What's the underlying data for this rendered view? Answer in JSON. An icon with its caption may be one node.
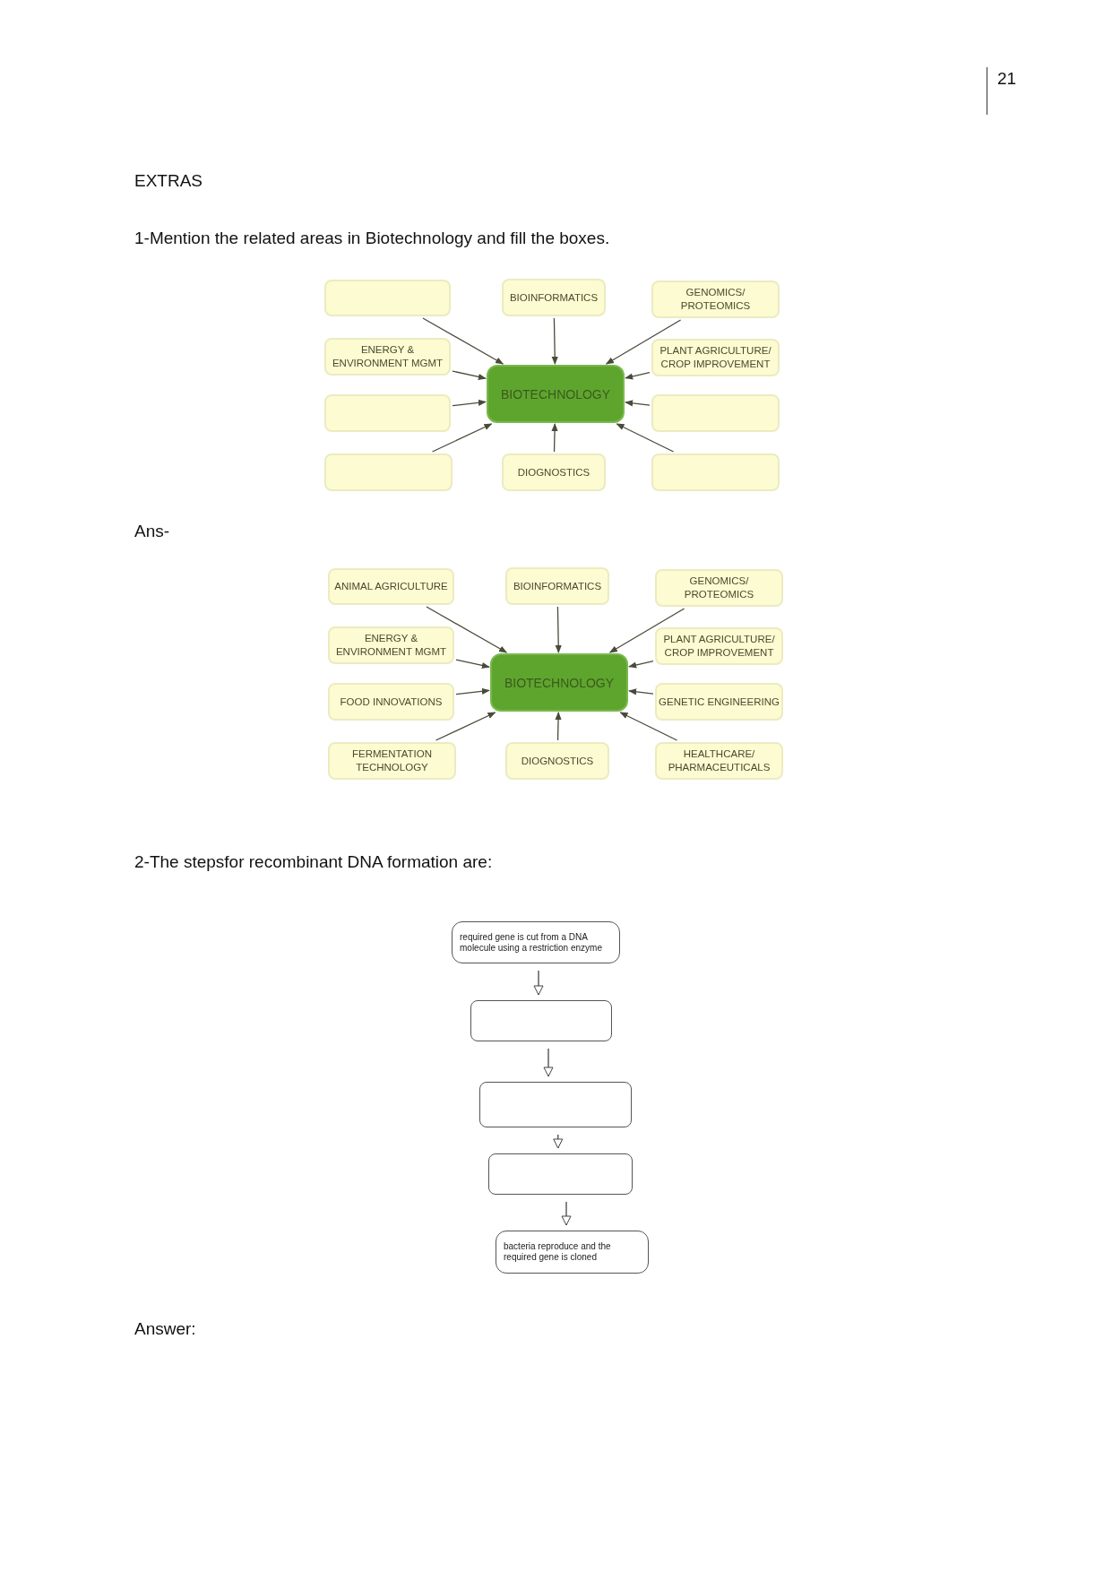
{
  "diagram": {
    "nodes": [
      {
        "text": [],
        "shape": "box"
      },
      {
        "text": [
          "BIOINFORMATICS"
        ]
      },
      {
        "text": [
          "GENOMICS/ PROTEOMICS"
        ]
      },
      {
        "text": [
          "ENERGY & ENVIRONMENT MGMT"
        ]
      },
      {
        "text": [
          "PLANT AGRICULTURE/ CROP IMPROVEMENT"
        ]
      },
      {
        "text": [
          "BIOTECHNOLOGY"
        ]
      },
      {
        "text": [],
        "shape": "box"
      },
      {
        "text": [],
        "shape": "box"
      },
      {
        "text": [],
        "shape": "box"
      },
      {
        "text": [
          "DIOGNOSTICS"
        ]
      },
      {
        "text": [],
        "shape": "box"
      },
      {
        "text": [
          "ANIMAL AGRICULTURE"
        ]
      },
      {
        "text": [
          "BIOINFORMATICS"
        ]
      },
      {
        "text": [
          "GENOMICS/ PROTEOMICS"
        ]
      },
      {
        "text": [
          "ENERGY & ENVIRONMENT MGMT"
        ]
      },
      {
        "text": [
          "PLANT AGRICULTURE/ CROP IMPROVEMENT"
        ]
      },
      {
        "text": [
          "BIOTECHNOLOGY"
        ]
      },
      {
        "text": [
          "FOOD INNOVATIONS"
        ]
      },
      {
        "text": [
          "GENETIC ENGINEERING"
        ]
      },
      {
        "text": [
          "FERMENTATION TECHNOLOGY"
        ]
      },
      {
        "text": [
          "DIOGNOSTICS"
        ]
      },
      {
        "text": [
          "HEALTHCARE/ PHARMACEUTICALS"
        ]
      },
      {
        "text": [
          "required gene is cut from a DNA molecule using a restriction enzyme"
        ]
      },
      {
        "text": [],
        "shape": "box"
      },
      {
        "text": [],
        "shape": "box"
      },
      {
        "text": [],
        "shape": "box"
      },
      {
        "text": [
          "bacteria reproduce and the required gene is cloned"
        ]
      }
    ],
    "edges": [
      {
        "from": 0,
        "to": 5,
        "arrow": "to"
      },
      {
        "from": 1,
        "to": 5,
        "arrow": "to"
      },
      {
        "from": 2,
        "to": 5,
        "arrow": "to"
      },
      {
        "from": 3,
        "to": 5,
        "arrow": "to"
      },
      {
        "from": 4,
        "to": 5,
        "arrow": "to"
      },
      {
        "from": 6,
        "to": 5,
        "arrow": "to"
      },
      {
        "from": 7,
        "to": 5,
        "arrow": "to"
      },
      {
        "from": 8,
        "to": 5,
        "arrow": "to"
      },
      {
        "from": 9,
        "to": 5,
        "arrow": "to"
      },
      {
        "from": 10,
        "to": 5,
        "arrow": "to"
      },
      {
        "from": 11,
        "to": 16,
        "arrow": "to"
      },
      {
        "from": 12,
        "to": 16,
        "arrow": "to"
      },
      {
        "from": 13,
        "to": 16,
        "arrow": "to"
      },
      {
        "from": 14,
        "to": 16,
        "arrow": "to"
      },
      {
        "from": 15,
        "to": 16,
        "arrow": "to"
      },
      {
        "from": 17,
        "to": 16,
        "arrow": "to"
      },
      {
        "from": 18,
        "to": 16,
        "arrow": "to"
      },
      {
        "from": 19,
        "to": 16,
        "arrow": "to"
      },
      {
        "from": 20,
        "to": 16,
        "arrow": "to"
      },
      {
        "from": 21,
        "to": 16,
        "arrow": "to"
      },
      {
        "from": 22,
        "to": 23,
        "arrow": "to"
      },
      {
        "from": 23,
        "to": 24,
        "arrow": "to"
      },
      {
        "from": 24,
        "to": 25,
        "arrow": "to"
      },
      {
        "from": 25,
        "to": 26,
        "arrow": "to"
      }
    ],
    "labels": [
      "21",
      "EXTRAS",
      "1-Mention the related areas in  Biotechnology and fill the boxes.",
      "Ans-",
      "2-The stepsfor recombinant DNA formation are:",
      "Answer:"
    ]
  }
}
